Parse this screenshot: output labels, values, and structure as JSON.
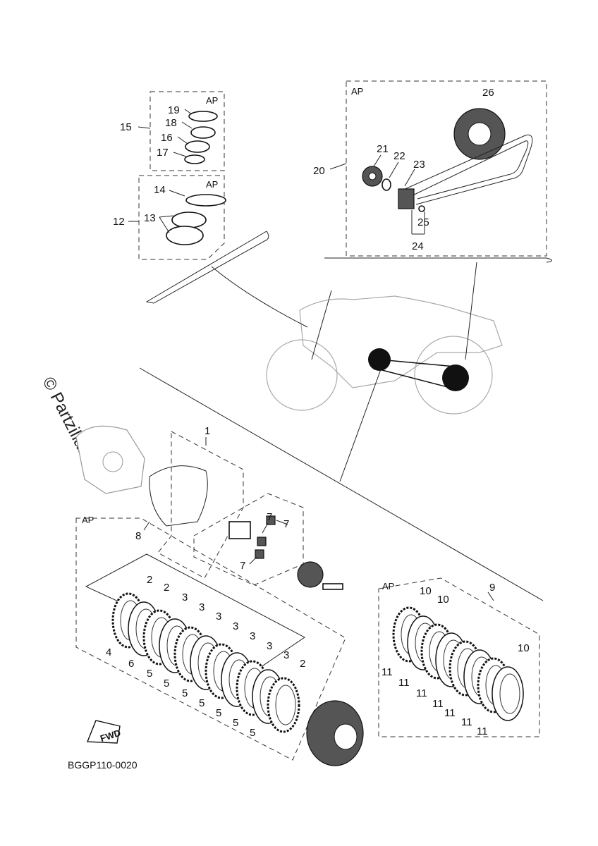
{
  "watermark": "© Partzilla.com",
  "diagram_code": "BGGP110-0020",
  "fwd_label": "FWD",
  "ap_label": "AP",
  "callouts": {
    "c1": "1",
    "c2": "2",
    "c3": "3",
    "c4": "4",
    "c5": "5",
    "c6": "6",
    "c7": "7",
    "c8": "8",
    "c9": "9",
    "c10": "10",
    "c11": "11",
    "c12": "12",
    "c13": "13",
    "c14": "14",
    "c15": "15",
    "c16": "16",
    "c17": "17",
    "c18": "18",
    "c19": "19",
    "c20": "20",
    "c21": "21",
    "c22": "22",
    "c23": "23",
    "c24": "24",
    "c25": "25",
    "c26": "26"
  }
}
